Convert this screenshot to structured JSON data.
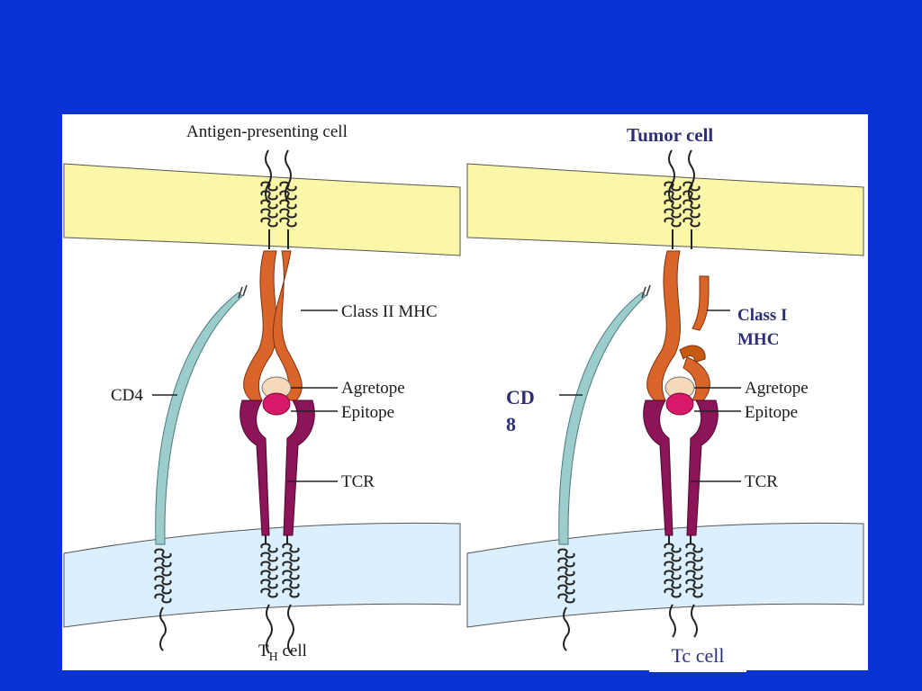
{
  "left_panel": {
    "top_cell_label": "Antigen-presenting cell",
    "mhc_label": "Class II MHC",
    "coreceptor_label": "CD4",
    "agretope_label": "Agretope",
    "epitope_label": "Epitope",
    "tcr_label": "TCR",
    "bottom_cell_label_main": "T",
    "bottom_cell_label_sub": "H",
    "bottom_cell_label_rest": " cell"
  },
  "right_panel": {
    "top_cell_label": "Tumor cell",
    "mhc_label_line1": "Class I",
    "mhc_label_line2": "MHC",
    "coreceptor_label_line1": "CD",
    "coreceptor_label_line2": "8",
    "agretope_label": "Agretope",
    "epitope_label": "Epitope",
    "tcr_label": "TCR",
    "bottom_cell_label": "Tc cell"
  },
  "colors": {
    "background": "#0a32d2",
    "panel": "#ffffff",
    "top_membrane": "#fbf7a8",
    "bottom_membrane": "#dcefff",
    "mhc": "#d9652a",
    "tcr": "#8c1458",
    "agretope": "#f5d9b8",
    "epitope": "#d8196a",
    "coreceptor": "#9ccccc"
  }
}
